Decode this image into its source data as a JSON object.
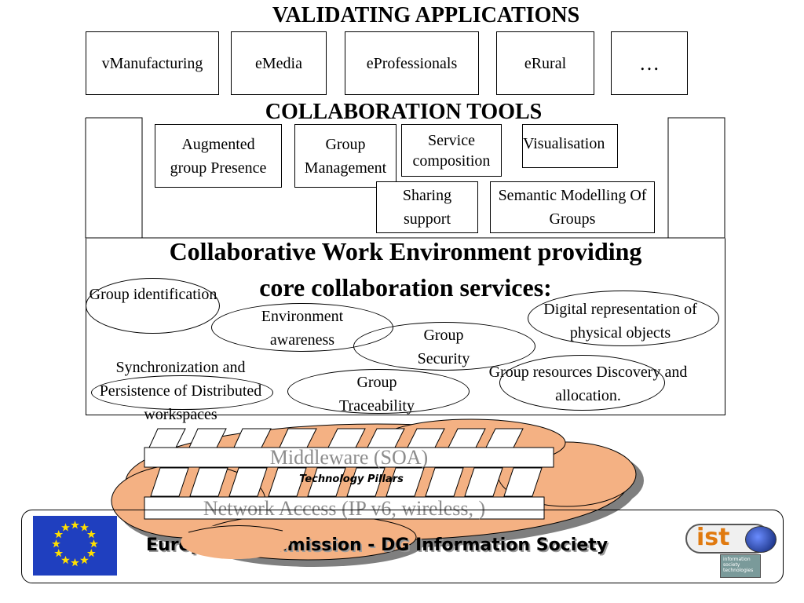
{
  "titles": {
    "validating": "VALIDATING APPLICATIONS",
    "tools": "COLLABORATION TOOLS"
  },
  "applications": [
    "vManufacturing",
    "eMedia",
    "eProfessionals",
    "eRural",
    "…"
  ],
  "tools": {
    "augmented": "Augmented group Presence",
    "group_management": "Group Management",
    "service_composition": "Service composition",
    "visualisation": "Visualisation",
    "sharing": "Sharing support",
    "semantic": "Semantic Modelling Of Groups"
  },
  "cwe": {
    "title_line1": "Collaborative Work Environment providing",
    "title_line2": "core collaboration services:"
  },
  "services": {
    "group_identification": "Group identification",
    "environment_awareness": "Environment awareness",
    "group_security": "Group Security",
    "digital_representation": "Digital representation of physical objects",
    "synchronization": "Synchronization and Persistence of Distributed workspaces",
    "group_traceability": "Group Traceability",
    "group_resources": "Group resources Discovery and allocation."
  },
  "pillars": {
    "middleware": "Middleware (SOA)",
    "technology": "Technology Pillars",
    "network": "Network Access (IP v6, wireless, )"
  },
  "footer": {
    "commission": "European Commission - DG Information Society",
    "ist_logo": "ist",
    "ist_caption": "information society technologies"
  },
  "colors": {
    "cloud": "#f4b183",
    "cloud_shadow": "#7f7f7f",
    "pillar_text": "#8c8c8c",
    "eu_blue": "#1f3fbf",
    "eu_star": "#ffe000"
  }
}
